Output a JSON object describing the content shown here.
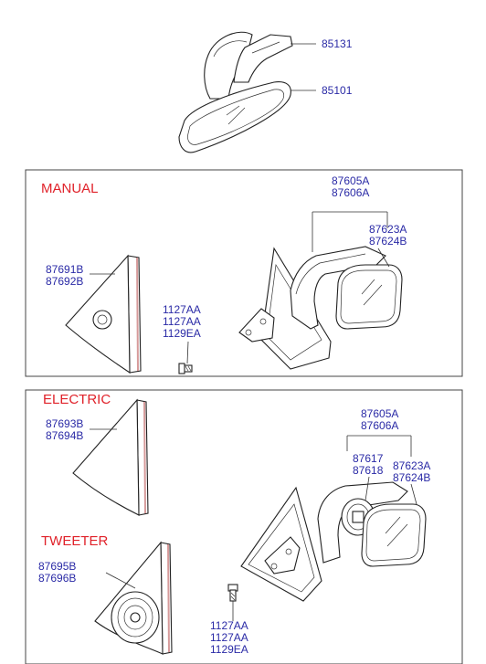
{
  "top": {
    "labels": [
      "85131",
      "85101"
    ]
  },
  "manual": {
    "title": "MANUAL",
    "housing_labels": [
      "87605A",
      "87606A"
    ],
    "glass_labels": [
      "87623A",
      "87624B"
    ],
    "cover_labels": [
      "87691B",
      "87692B"
    ],
    "screw_labels": [
      "1127AA",
      "1127AA",
      "1129EA"
    ]
  },
  "electric": {
    "title": "ELECTRIC",
    "cover_labels": [
      "87693B",
      "87694B"
    ],
    "housing_labels": [
      "87605A",
      "87606A"
    ],
    "actuator_labels": [
      "87617",
      "87618"
    ],
    "glass_labels": [
      "87623A",
      "87624B"
    ],
    "screw_labels": [
      "1127AA",
      "1127AA",
      "1129EA"
    ]
  },
  "tweeter": {
    "title": "TWEETER",
    "cover_labels": [
      "87695B",
      "87696B"
    ]
  }
}
